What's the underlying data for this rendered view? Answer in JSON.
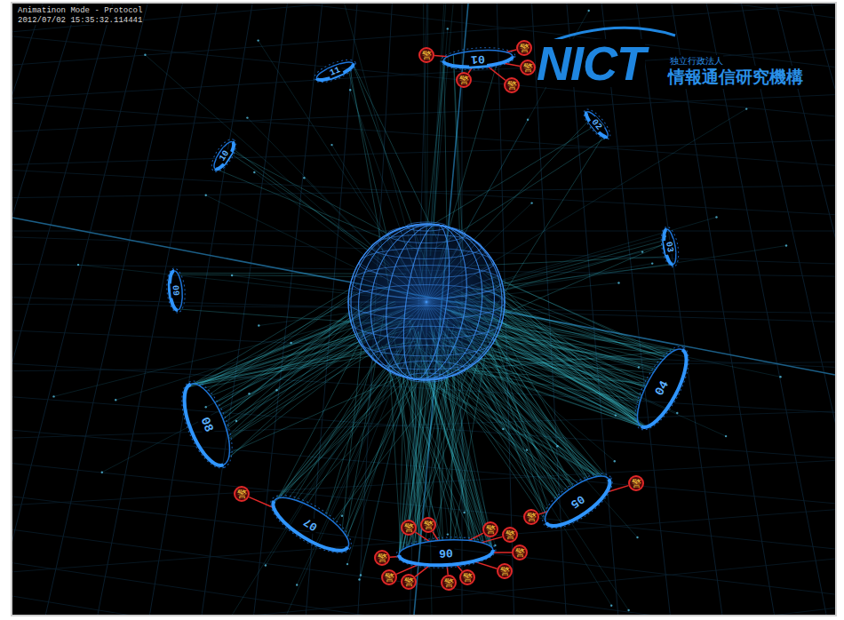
{
  "diagram": {
    "nodes": [
      {
        "text": [
          "01"
        ]
      },
      {
        "text": [
          "02"
        ]
      },
      {
        "text": [
          "03"
        ]
      },
      {
        "text": [
          "04"
        ]
      },
      {
        "text": [
          "05"
        ]
      },
      {
        "text": [
          "06"
        ]
      },
      {
        "text": [
          "07"
        ]
      },
      {
        "text": [
          "08"
        ]
      },
      {
        "text": [
          "09"
        ]
      },
      {
        "text": [
          "10"
        ]
      },
      {
        "text": [
          "11"
        ]
      },
      {
        "text": [
          "警"
        ]
      },
      {
        "text": [
          "警"
        ]
      },
      {
        "text": [
          "警"
        ]
      },
      {
        "text": [
          "警"
        ]
      },
      {
        "text": [
          "警"
        ]
      },
      {
        "text": [
          "警"
        ]
      },
      {
        "text": [
          "警"
        ]
      },
      {
        "text": [
          "警"
        ]
      },
      {
        "text": [
          "警"
        ]
      },
      {
        "text": [
          "警"
        ]
      },
      {
        "text": [
          "警"
        ]
      },
      {
        "text": [
          "警"
        ]
      },
      {
        "text": [
          "警"
        ]
      },
      {
        "text": [
          "警"
        ]
      },
      {
        "text": [
          "警"
        ]
      },
      {
        "text": [
          "警"
        ]
      },
      {
        "text": [
          "警"
        ]
      },
      {
        "text": [
          "警"
        ]
      },
      {
        "text": [
          "警"
        ]
      }
    ],
    "edges": [
      {
        "from": 11,
        "to": 0,
        "arrow": "none"
      },
      {
        "from": 12,
        "to": 0,
        "arrow": "none"
      },
      {
        "from": 13,
        "to": 0,
        "arrow": "none"
      },
      {
        "from": 14,
        "to": 0,
        "arrow": "none"
      },
      {
        "from": 15,
        "to": 0,
        "arrow": "none"
      },
      {
        "from": 16,
        "to": 4,
        "arrow": "none"
      },
      {
        "from": 17,
        "to": 4,
        "arrow": "none"
      },
      {
        "from": 18,
        "to": 6,
        "arrow": "none"
      },
      {
        "from": 19,
        "to": 5,
        "arrow": "none"
      },
      {
        "from": 20,
        "to": 5,
        "arrow": "none"
      },
      {
        "from": 21,
        "to": 5,
        "arrow": "none"
      },
      {
        "from": 22,
        "to": 5,
        "arrow": "none"
      },
      {
        "from": 23,
        "to": 5,
        "arrow": "none"
      },
      {
        "from": 24,
        "to": 5,
        "arrow": "none"
      },
      {
        "from": 25,
        "to": 5,
        "arrow": "none"
      },
      {
        "from": 26,
        "to": 5,
        "arrow": "none"
      },
      {
        "from": 27,
        "to": 5,
        "arrow": "none"
      },
      {
        "from": 28,
        "to": 5,
        "arrow": "none"
      },
      {
        "from": 29,
        "to": 5,
        "arrow": "none"
      }
    ],
    "labels": [
      "Animatinon Mode - Protocol",
      "2012/07/02 15:35:32.114441",
      "NICT",
      "独立行政法人",
      "情報通信研究機構"
    ]
  }
}
